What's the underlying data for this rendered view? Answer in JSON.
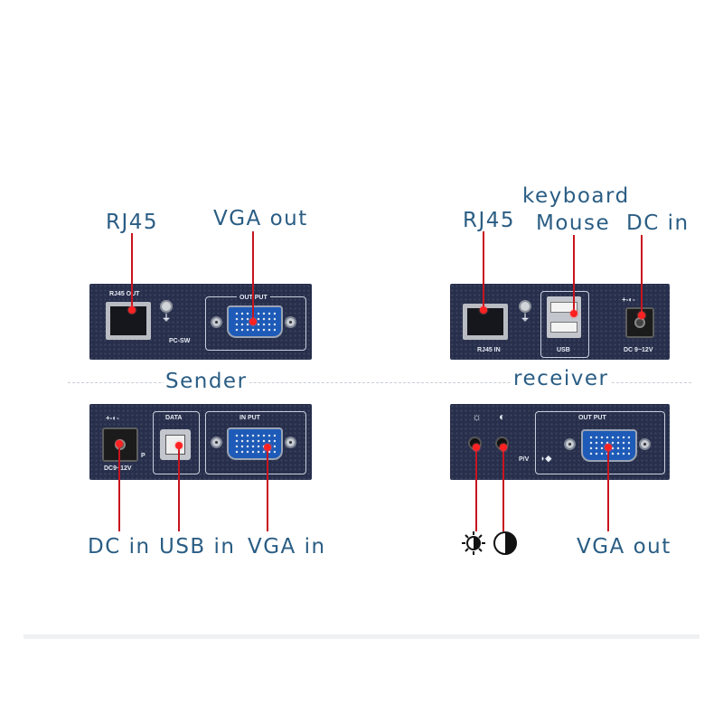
{
  "labels": {
    "sender_rj45": "RJ45",
    "sender_vga_out": "VGA out",
    "receiver_keyboard": "keyboard",
    "receiver_rj45": "RJ45",
    "receiver_mouse": "Mouse",
    "receiver_dc_in": "DC in",
    "sender": "Sender",
    "receiver": "receiver",
    "sender_dc_in": "DC in",
    "sender_usb_in": "USB in",
    "sender_vga_in": "VGA in",
    "receiver_vga_out": "VGA out"
  },
  "panel_text": {
    "rj45_out": "RJ45 OUT",
    "out_put": "OUT PUT",
    "pc_sw": "PC-SW",
    "rj45_in": "RJ45 IN",
    "usb": "USB",
    "dc_9_12v": "DC 9~12V",
    "data": "DATA",
    "in_put": "IN PUT",
    "dc9_12v": "DC9~12V",
    "p": "P",
    "pv": "P/V"
  },
  "icons": [
    "brightness-icon",
    "contrast-icon",
    "ground-icon",
    "power-polarity-icon",
    "audio-icon"
  ],
  "colors": {
    "label": "#2a5d84",
    "pointer": "#c8141e",
    "panel": "#272f4c"
  }
}
